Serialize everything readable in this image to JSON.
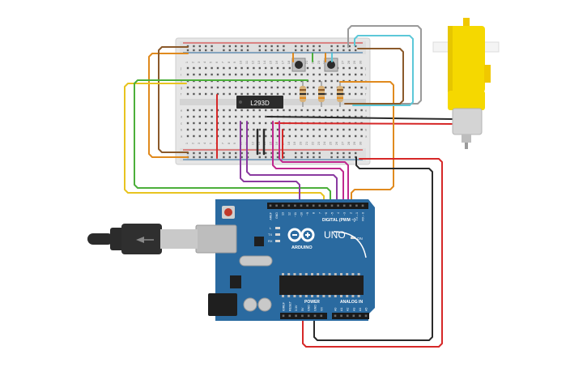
{
  "breadboard": {
    "columns_top": [
      "1",
      "2",
      "3",
      "4",
      "5",
      "6",
      "7",
      "8",
      "9",
      "10",
      "11",
      "12",
      "13",
      "14",
      "15",
      "16",
      "17",
      "18",
      "19",
      "20",
      "21",
      "22",
      "23",
      "24",
      "25",
      "26",
      "27",
      "28",
      "29",
      "30"
    ],
    "rows_top": [
      "j",
      "i",
      "h",
      "g",
      "f"
    ],
    "rows_bottom": [
      "e",
      "d",
      "c",
      "b",
      "a"
    ]
  },
  "chip": {
    "label": "L293D"
  },
  "arduino": {
    "brand": "ARDUINO",
    "model": "UNO",
    "digital_label": "DIGITAL (PWM ~)",
    "power_label": "POWER",
    "analog_label": "ANALOG IN",
    "on_label": "ON",
    "led_labels": [
      "L",
      "TX",
      "RX"
    ],
    "digital_pins": [
      "AREF",
      "GND",
      "13",
      "12",
      "~11",
      "~10",
      "~9",
      "8",
      "7",
      "~6",
      "~5",
      "4",
      "~3",
      "2",
      "TX→1",
      "RX←0"
    ],
    "power_pins": [
      "IOREF",
      "RESET",
      "3.3V",
      "5V",
      "GND",
      "GND",
      "Vin"
    ],
    "analog_pins": [
      "A0",
      "A1",
      "A2",
      "A3",
      "A4",
      "A5"
    ]
  },
  "colors": {
    "board": "#2a6aa0",
    "breadboard": "#e8e8e8",
    "motor": "#f5d800",
    "wire_orange": "#e08a1e",
    "wire_yellow": "#e8c420",
    "wire_green": "#4caf3a",
    "wire_purple": "#8a3aa0",
    "wire_magenta": "#c0288e",
    "wire_red": "#d62828",
    "wire_black": "#2a2a2a",
    "wire_cyan": "#5cc8d8",
    "wire_brown": "#8b5a2b",
    "wire_gray": "#9a9a9a"
  }
}
